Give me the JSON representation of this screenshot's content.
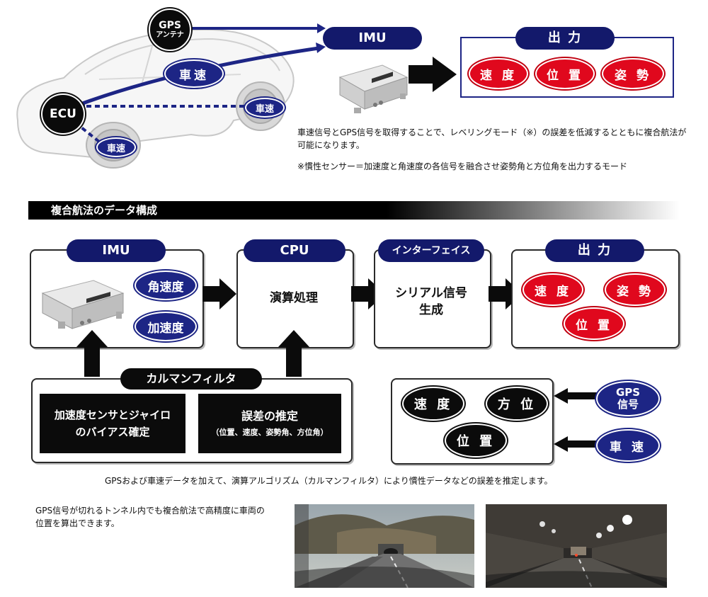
{
  "top": {
    "gps_label_1": "GPS",
    "gps_label_2": "アンテナ",
    "ecu_label": "ECU",
    "speed_label": "車速",
    "wheel_speed_1": "車速",
    "wheel_speed_2": "車速",
    "imu_title": "IMU",
    "output_title": "出 力",
    "outputs": [
      "速 度",
      "位 置",
      "姿 勢"
    ],
    "desc_line1": "車速信号とGPS信号を取得することで、レベリングモード（※）の誤差を低減するとともに複合航法が",
    "desc_line2": "可能になります。",
    "note": "※慣性センサー＝加速度と角速度の各信号を融合させ姿勢角と方位角を出力するモード"
  },
  "section": {
    "title": "複合航法のデータ構成"
  },
  "flow": {
    "imu_title": "IMU",
    "imu_items": [
      "角速度",
      "加速度"
    ],
    "cpu_title": "CPU",
    "cpu_text": "演算処理",
    "iface_title": "インターフェイス",
    "iface_line1": "シリアル信号",
    "iface_line2": "生成",
    "output_title": "出 力",
    "outputs": [
      "速 度",
      "姿 勢",
      "位 置"
    ]
  },
  "kalman": {
    "title": "カルマンフィルタ",
    "left_line1": "加速度センサとジャイロ",
    "left_line2": "のバイアス確定",
    "right_line1": "誤差の推定",
    "right_line2": "（位置、速度、姿勢角、方位角）"
  },
  "estimate": {
    "items": [
      "速 度",
      "方 位",
      "位 置"
    ],
    "gps_1": "GPS",
    "gps_2": "信号",
    "speed": "車 速"
  },
  "caption": "GPSおよび車速データを加えて、演算アルゴリズム（カルマンフィルタ）により慣性データなどの誤差を推定します。",
  "bottom": {
    "line1": "GPS信号が切れるトンネル内でも複合航法で高精度に車両の",
    "line2": "位置を算出できます。"
  },
  "colors": {
    "navy": "#13196b",
    "red": "#e0081d",
    "black": "#0b0b0b"
  }
}
